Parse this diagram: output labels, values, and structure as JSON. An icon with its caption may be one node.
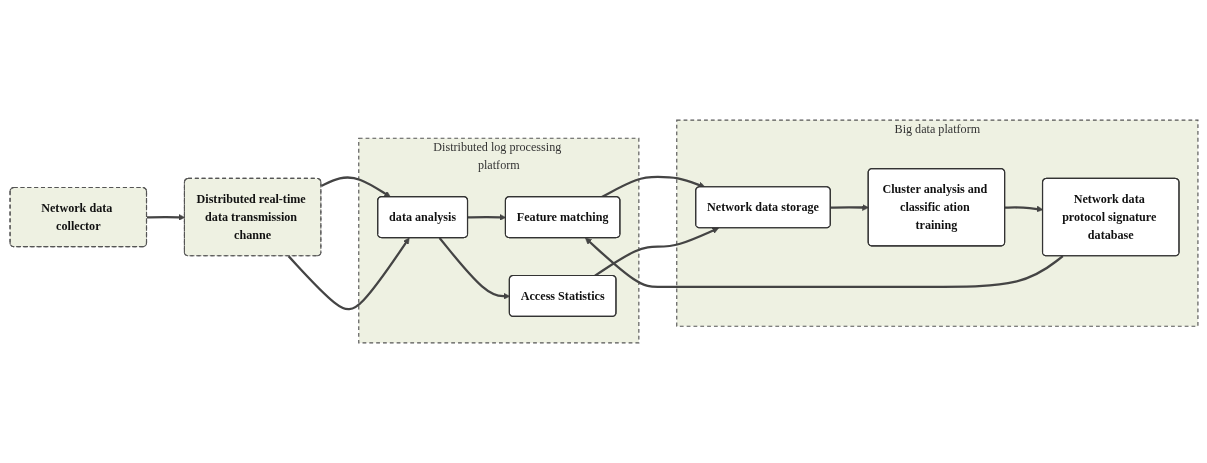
{
  "diagram": {
    "nodes": [
      {
        "text": [
          "Network data collector"
        ]
      },
      {
        "text": [
          "Distributed real-time data transmission channe"
        ]
      },
      {
        "text": [
          "Distributed log processing platform"
        ]
      },
      {
        "text": [
          "data analysis"
        ],
        "in": 2
      },
      {
        "text": [
          "Feature matching"
        ],
        "in": 2
      },
      {
        "text": [
          "Access Statistics"
        ],
        "in": 2
      },
      {
        "text": [
          "Big data platform"
        ]
      },
      {
        "text": [
          "Network data protocol signature database"
        ],
        "in": 6
      },
      {
        "text": [
          "Cluster analysis and classific ation training"
        ],
        "in": 6
      },
      {
        "text": [
          "Network data storage"
        ],
        "in": 6
      }
    ],
    "edges": [
      {
        "from": 0,
        "to": 1,
        "arrow": "to"
      },
      {
        "from": 1,
        "to": 3,
        "arrow": "to"
      },
      {
        "from": 1,
        "to": 3,
        "arrow": "to"
      },
      {
        "from": 3,
        "to": 4,
        "arrow": "to"
      },
      {
        "from": 3,
        "to": 5,
        "arrow": "to"
      },
      {
        "from": 7,
        "to": 4,
        "arrow": "to"
      },
      {
        "from": 8,
        "to": 7,
        "arrow": "to"
      },
      {
        "from": 4,
        "to": 9,
        "arrow": "to"
      },
      {
        "from": 5,
        "to": 9,
        "arrow": "to"
      },
      {
        "from": 9,
        "to": 8,
        "arrow": "to"
      }
    ]
  }
}
